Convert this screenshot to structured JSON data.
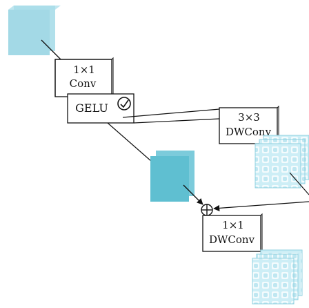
{
  "blocks": {
    "conv1x1": {
      "line1": "1×1",
      "line2": "Conv"
    },
    "gelu": {
      "label": "GELU",
      "icon": "check-circle-icon"
    },
    "dwconv3x3": {
      "line1": "3×3",
      "line2": "DWConv"
    },
    "dwconv1x1": {
      "line1": "1×1",
      "line2": "DWConv"
    }
  },
  "operators": {
    "add": {
      "symbol": "⊕",
      "icon": "add-circle-icon"
    }
  },
  "colors": {
    "feature_light": "#a9dde9",
    "feature_dark": "#5fbfd1",
    "grid_cell": "#d9f1f7",
    "grid_line": "#8fd0e0",
    "stroke": "#111111"
  }
}
